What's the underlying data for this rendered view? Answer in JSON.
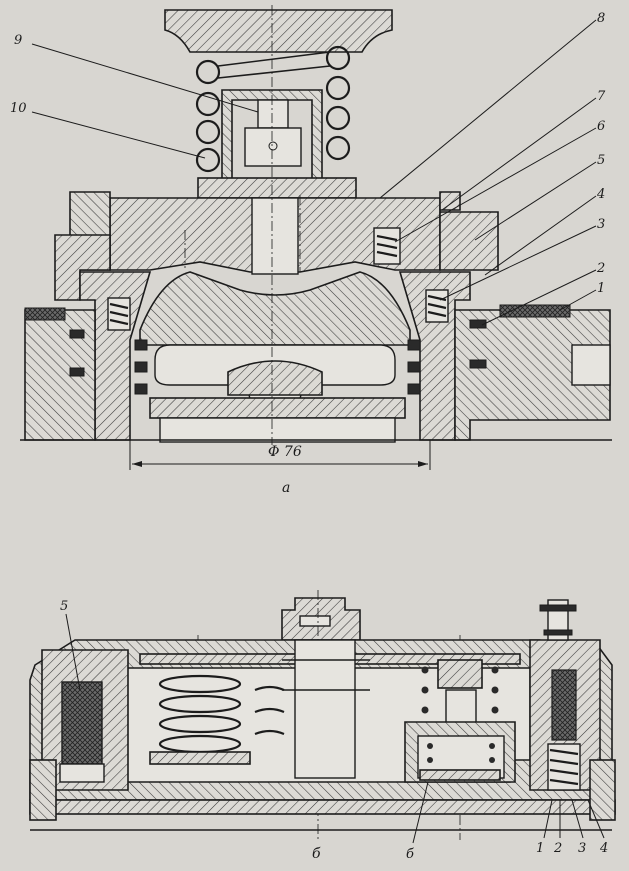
{
  "figure_a": {
    "caption": "а",
    "dimension": "Φ 76",
    "callouts": [
      "1",
      "2",
      "3",
      "4",
      "5",
      "6",
      "7",
      "8",
      "9",
      "10"
    ]
  },
  "figure_b": {
    "caption": "б",
    "callouts": [
      "5",
      "б",
      "1",
      "2",
      "3",
      "4"
    ]
  }
}
